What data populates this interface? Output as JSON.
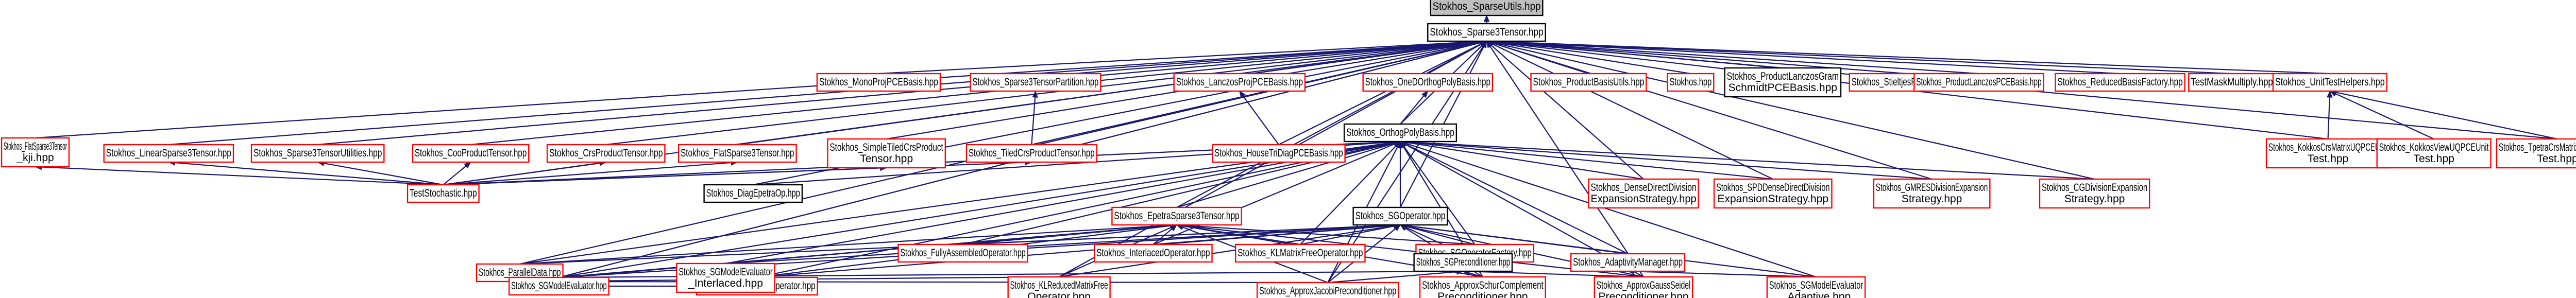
{
  "graph": {
    "root": "Stokhos_SparseUtils.hpp",
    "colors": {
      "root_fill": "#bfbfbf",
      "documented_border": "#000000",
      "undocumented_border": "#ff0000",
      "edge": "#191970"
    },
    "nodes": [
      {
        "id": "root",
        "lines": [
          "Stokhos_SparseUtils.hpp"
        ],
        "style": "root"
      },
      {
        "id": "spt",
        "lines": [
          "Stokhos_Sparse3Tensor.hpp"
        ],
        "style": "black"
      },
      {
        "id": "flatsp_tpl",
        "lines": [
          "Stokhos_FlatSparse3Tensor",
          "_kji.hpp"
        ],
        "style": "red"
      },
      {
        "id": "linsp",
        "lines": [
          "Stokhos_LinearSparse3Tensor.hpp"
        ],
        "style": "red"
      },
      {
        "id": "sp3util",
        "lines": [
          "Stokhos_Sparse3TensorUtilities.hpp"
        ],
        "style": "red"
      },
      {
        "id": "coo",
        "lines": [
          "Stokhos_CooProductTensor.hpp"
        ],
        "style": "red"
      },
      {
        "id": "crs",
        "lines": [
          "Stokhos_CrsProductTensor.hpp"
        ],
        "style": "red"
      },
      {
        "id": "flatsp",
        "lines": [
          "Stokhos_FlatSparse3Tensor.hpp"
        ],
        "style": "red"
      },
      {
        "id": "simpletiled",
        "lines": [
          "Stokhos_SimpleTiledCrsProduct",
          "Tensor.hpp"
        ],
        "style": "red"
      },
      {
        "id": "monoproj",
        "lines": [
          "Stokhos_MonoProjPCEBasis.hpp"
        ],
        "style": "red"
      },
      {
        "id": "sp3part",
        "lines": [
          "Stokhos_Sparse3TensorPartition.hpp"
        ],
        "style": "red"
      },
      {
        "id": "tiledcrs",
        "lines": [
          "Stokhos_TiledCrsProductTensor.hpp"
        ],
        "style": "red"
      },
      {
        "id": "lanczosproj",
        "lines": [
          "Stokhos_LanczosProjPCEBasis.hpp"
        ],
        "style": "red"
      },
      {
        "id": "householder",
        "lines": [
          "Stokhos_HouseTriDiagPCEBasis.hpp"
        ],
        "style": "red"
      },
      {
        "id": "oned",
        "lines": [
          "Stokhos_OneDOrthogPolyBasis.hpp"
        ],
        "style": "red"
      },
      {
        "id": "productbasisutils",
        "lines": [
          "Stokhos_ProductBasisUtils.hpp"
        ],
        "style": "red"
      },
      {
        "id": "stokhos",
        "lines": [
          "Stokhos.hpp"
        ],
        "style": "red"
      },
      {
        "id": "prodlanczosgs",
        "lines": [
          "Stokhos_ProductLanczosGram",
          "SchmidtPCEBasis.hpp"
        ],
        "style": "black"
      },
      {
        "id": "stieltjes",
        "lines": [
          "Stokhos_StieltjesPCEBasis.hpp"
        ],
        "style": "red"
      },
      {
        "id": "prodlanczos",
        "lines": [
          "Stokhos_ProductLanczosPCEBasis.hpp"
        ],
        "style": "red"
      },
      {
        "id": "reduced",
        "lines": [
          "Stokhos_ReducedBasisFactory.hpp"
        ],
        "style": "red"
      },
      {
        "id": "testmaskmult",
        "lines": [
          "TestMaskMultiply.hpp"
        ],
        "style": "red"
      },
      {
        "id": "unittest",
        "lines": [
          "Stokhos_UnitTestHelpers.hpp"
        ],
        "style": "red"
      },
      {
        "id": "teststochastic",
        "lines": [
          "TestStochastic.hpp"
        ],
        "style": "red"
      },
      {
        "id": "ddprecond",
        "lines": [
          "Stokhos_DiagEpetraOp.hpp"
        ],
        "style": "black"
      },
      {
        "id": "orthog",
        "lines": [
          "Stokhos_OrthogPolyBasis.hpp"
        ],
        "style": "black"
      },
      {
        "id": "kokkoscrs",
        "lines": [
          "Stokhos_KokkosCrsMatrixUQPCEUnit",
          "Test.hpp"
        ],
        "style": "red"
      },
      {
        "id": "kokkosview",
        "lines": [
          "Stokhos_KokkosViewUQPCEUnit",
          "Test.hpp"
        ],
        "style": "red"
      },
      {
        "id": "tpetracrs",
        "lines": [
          "Stokhos_TpetraCrsMatrixUQPCEUnit",
          "Test.hpp"
        ],
        "style": "red"
      },
      {
        "id": "densedirect",
        "lines": [
          "Stokhos_DenseDirectDivision",
          "ExpansionStrategy.hpp"
        ],
        "style": "red"
      },
      {
        "id": "spddense",
        "lines": [
          "Stokhos_SPDDenseDirectDivision",
          "ExpansionStrategy.hpp"
        ],
        "style": "red"
      },
      {
        "id": "gmres",
        "lines": [
          "Stokhos_GMRESDivisionExpansion",
          "Strategy.hpp"
        ],
        "style": "red"
      },
      {
        "id": "cgdiv",
        "lines": [
          "Stokhos_CGDivisionExpansion",
          "Strategy.hpp"
        ],
        "style": "red"
      },
      {
        "id": "epetrasp",
        "lines": [
          "Stokhos_EpetraSparse3Tensor.hpp"
        ],
        "style": "red"
      },
      {
        "id": "sgop",
        "lines": [
          "Stokhos_SGOperator.hpp"
        ],
        "style": "black"
      },
      {
        "id": "parallel",
        "lines": [
          "Stokhos_ParallelData.hpp"
        ],
        "style": "red"
      },
      {
        "id": "matfree",
        "lines": [
          "Stokhos_MatrixFreeOperator.hpp"
        ],
        "style": "red"
      },
      {
        "id": "fullyassembled",
        "lines": [
          "Stokhos_FullyAssembledOperator.hpp"
        ],
        "style": "red"
      },
      {
        "id": "interlaced",
        "lines": [
          "Stokhos_InterlacedOperator.hpp"
        ],
        "style": "red"
      },
      {
        "id": "klmatfree",
        "lines": [
          "Stokhos_KLMatrixFreeOperator.hpp"
        ],
        "style": "red"
      },
      {
        "id": "sgopfactory",
        "lines": [
          "Stokhos_SGOperatorFactory.hpp"
        ],
        "style": "red"
      },
      {
        "id": "sgprecond",
        "lines": [
          "Stokhos_SGPreconditioner.hpp"
        ],
        "style": "black"
      },
      {
        "id": "adaptivity",
        "lines": [
          "Stokhos_AdaptivityManager.hpp"
        ],
        "style": "red"
      },
      {
        "id": "sgmodeleval",
        "lines": [
          "Stokhos_SGModelEvaluator.hpp"
        ],
        "style": "red"
      },
      {
        "id": "sgmodelinter",
        "lines": [
          "Stokhos_SGModelEvaluator",
          "_Interlaced.hpp"
        ],
        "style": "red"
      },
      {
        "id": "klreduced",
        "lines": [
          "Stokhos_KLReducedMatrixFree",
          "Operator.hpp"
        ],
        "style": "red"
      },
      {
        "id": "approxjacobi",
        "lines": [
          "Stokhos_ApproxJacobiPreconditioner.hpp"
        ],
        "style": "red"
      },
      {
        "id": "approxschur",
        "lines": [
          "Stokhos_ApproxSchurComplement",
          "Preconditioner.hpp"
        ],
        "style": "red"
      },
      {
        "id": "approxgs",
        "lines": [
          "Stokhos_ApproxGaussSeidel",
          "Preconditioner.hpp"
        ],
        "style": "red"
      },
      {
        "id": "sgmodeladapt",
        "lines": [
          "Stokhos_SGModelEvaluator",
          "_Adaptive.hpp"
        ],
        "style": "red"
      }
    ],
    "edges": [
      [
        "root",
        "spt"
      ],
      [
        "spt",
        "flatsp_tpl"
      ],
      [
        "spt",
        "linsp"
      ],
      [
        "spt",
        "sp3util"
      ],
      [
        "spt",
        "coo"
      ],
      [
        "spt",
        "crs"
      ],
      [
        "spt",
        "flatsp"
      ],
      [
        "spt",
        "simpletiled"
      ],
      [
        "spt",
        "monoproj"
      ],
      [
        "spt",
        "sp3part"
      ],
      [
        "spt",
        "tiledcrs"
      ],
      [
        "spt",
        "lanczosproj"
      ],
      [
        "spt",
        "householder"
      ],
      [
        "spt",
        "oned"
      ],
      [
        "spt",
        "productbasisutils"
      ],
      [
        "spt",
        "stokhos"
      ],
      [
        "spt",
        "prodlanczosgs"
      ],
      [
        "spt",
        "stieltjes"
      ],
      [
        "spt",
        "prodlanczos"
      ],
      [
        "spt",
        "reduced"
      ],
      [
        "spt",
        "testmaskmult"
      ],
      [
        "spt",
        "unittest"
      ],
      [
        "spt",
        "teststochastic"
      ],
      [
        "spt",
        "ddprecond"
      ],
      [
        "spt",
        "orthog"
      ],
      [
        "spt",
        "kokkoscrs"
      ],
      [
        "spt",
        "tpetracrs"
      ],
      [
        "spt",
        "densedirect"
      ],
      [
        "spt",
        "spddense"
      ],
      [
        "spt",
        "gmres"
      ],
      [
        "spt",
        "cgdiv"
      ],
      [
        "spt",
        "epetrasp"
      ],
      [
        "spt",
        "sgop"
      ],
      [
        "spt",
        "parallel"
      ],
      [
        "spt",
        "sgmodeleval"
      ],
      [
        "spt",
        "klreduced"
      ],
      [
        "spt",
        "approxjacobi"
      ],
      [
        "spt",
        "approxgs"
      ],
      [
        "flatsp_tpl",
        "teststochastic"
      ],
      [
        "linsp",
        "teststochastic"
      ],
      [
        "sp3util",
        "teststochastic"
      ],
      [
        "coo",
        "teststochastic"
      ],
      [
        "crs",
        "teststochastic"
      ],
      [
        "flatsp",
        "teststochastic"
      ],
      [
        "simpletiled",
        "teststochastic"
      ],
      [
        "tiledcrs",
        "teststochastic"
      ],
      [
        "sp3part",
        "tiledcrs"
      ],
      [
        "lanczosproj",
        "householder"
      ],
      [
        "oned",
        "orthog"
      ],
      [
        "unittest",
        "kokkoscrs"
      ],
      [
        "unittest",
        "kokkosview"
      ],
      [
        "unittest",
        "tpetracrs"
      ],
      [
        "orthog",
        "ddprecond"
      ],
      [
        "orthog",
        "teststochastic"
      ],
      [
        "orthog",
        "densedirect"
      ],
      [
        "orthog",
        "spddense"
      ],
      [
        "orthog",
        "gmres"
      ],
      [
        "orthog",
        "cgdiv"
      ],
      [
        "orthog",
        "epetrasp"
      ],
      [
        "orthog",
        "sgop"
      ],
      [
        "orthog",
        "parallel"
      ],
      [
        "orthog",
        "matfree"
      ],
      [
        "orthog",
        "fullyassembled"
      ],
      [
        "orthog",
        "interlaced"
      ],
      [
        "orthog",
        "klmatfree"
      ],
      [
        "orthog",
        "sgopfactory"
      ],
      [
        "orthog",
        "adaptivity"
      ],
      [
        "orthog",
        "sgmodeleval"
      ],
      [
        "orthog",
        "sgmodelinter"
      ],
      [
        "orthog",
        "approxjacobi"
      ],
      [
        "orthog",
        "approxschur"
      ],
      [
        "orthog",
        "approxgs"
      ],
      [
        "orthog",
        "sgmodeladapt"
      ],
      [
        "epetrasp",
        "parallel"
      ],
      [
        "epetrasp",
        "matfree"
      ],
      [
        "epetrasp",
        "fullyassembled"
      ],
      [
        "epetrasp",
        "interlaced"
      ],
      [
        "epetrasp",
        "klmatfree"
      ],
      [
        "epetrasp",
        "sgopfactory"
      ],
      [
        "epetrasp",
        "sgmodeleval"
      ],
      [
        "epetrasp",
        "sgmodelinter"
      ],
      [
        "epetrasp",
        "klreduced"
      ],
      [
        "epetrasp",
        "approxjacobi"
      ],
      [
        "epetrasp",
        "approxschur"
      ],
      [
        "epetrasp",
        "approxgs"
      ],
      [
        "sgop",
        "matfree"
      ],
      [
        "sgop",
        "fullyassembled"
      ],
      [
        "sgop",
        "interlaced"
      ],
      [
        "sgop",
        "klmatfree"
      ],
      [
        "sgop",
        "sgopfactory"
      ],
      [
        "sgop",
        "adaptivity"
      ],
      [
        "sgop",
        "parallel"
      ],
      [
        "sgop",
        "sgmodeleval"
      ],
      [
        "sgop",
        "sgmodelinter"
      ],
      [
        "sgop",
        "klreduced"
      ],
      [
        "sgop",
        "approxjacobi"
      ],
      [
        "sgop",
        "approxschur"
      ],
      [
        "sgop",
        "approxgs"
      ],
      [
        "sgop",
        "sgprecond"
      ],
      [
        "sgop",
        "sgmodeladapt"
      ],
      [
        "parallel",
        "sgmodeleval"
      ],
      [
        "parallel",
        "sgmodelinter"
      ],
      [
        "parallel",
        "klreduced"
      ],
      [
        "parallel",
        "approxjacobi"
      ],
      [
        "matfree",
        "sgmodeleval"
      ],
      [
        "sgprecond",
        "approxjacobi"
      ],
      [
        "sgprecond",
        "approxschur"
      ],
      [
        "sgprecond",
        "approxgs"
      ],
      [
        "sgprecond",
        "sgmodeleval"
      ],
      [
        "adaptivity",
        "sgmodeladapt"
      ]
    ]
  }
}
